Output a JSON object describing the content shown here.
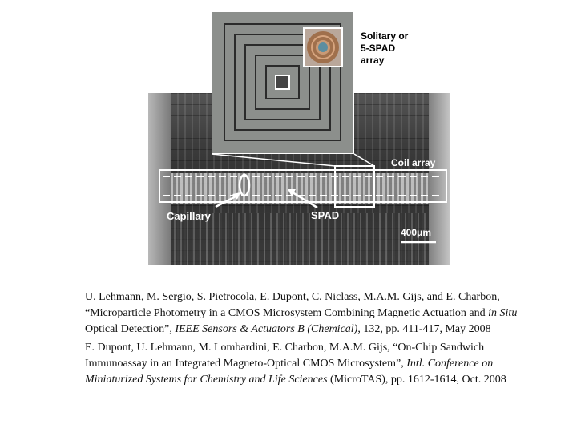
{
  "figure": {
    "label_solitary": "Solitary or",
    "label_5spad": "5-SPAD",
    "label_array": "array",
    "label_coil": "Coil array",
    "label_capillary": "Capillary",
    "label_spad": "SPAD",
    "label_scale": "400μm"
  },
  "references": [
    {
      "authors": "U. Lehmann, M. Sergio, S. Pietrocola, E. Dupont, C. Niclass, M.A.M. Gijs, and E. Charbon, ",
      "title_a": "“Microparticle Photometry in a CMOS Microsystem Combining Magnetic Actuation and ",
      "title_italic": "in Situ",
      "title_b": " Optical Detection”, ",
      "venue": "IEEE Sensors & Actuators B (Chemical)",
      "details": ", 132, pp. 411-417, May 2008"
    },
    {
      "authors": "E. Dupont, U. Lehmann, M. Lombardini, E. Charbon, M.A.M. Gijs, ",
      "title": "“On-Chip Sandwich Immunoassay in an Integrated Magneto-Optical CMOS Microsystem”, ",
      "venue": "Intl. Conference on Miniaturized Systems for Chemistry and Life Sciences",
      "details": " (MicroTAS), pp. 1612-1614, Oct. 2008"
    }
  ]
}
